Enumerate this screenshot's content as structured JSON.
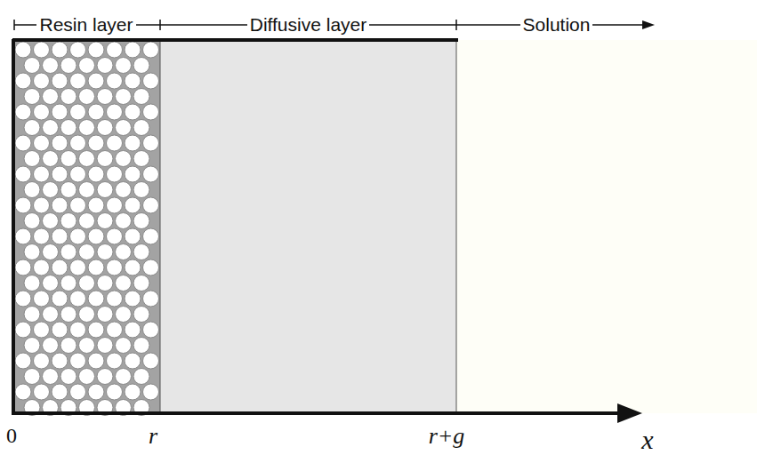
{
  "diagram": {
    "nodes": [
      {
        "text": [
          "Resin layer"
        ]
      },
      {
        "text": [
          "Diffusive layer"
        ]
      },
      {
        "text": [
          "Solution"
        ]
      }
    ],
    "labels": [
      "0",
      "r",
      "r+g",
      "x"
    ]
  }
}
